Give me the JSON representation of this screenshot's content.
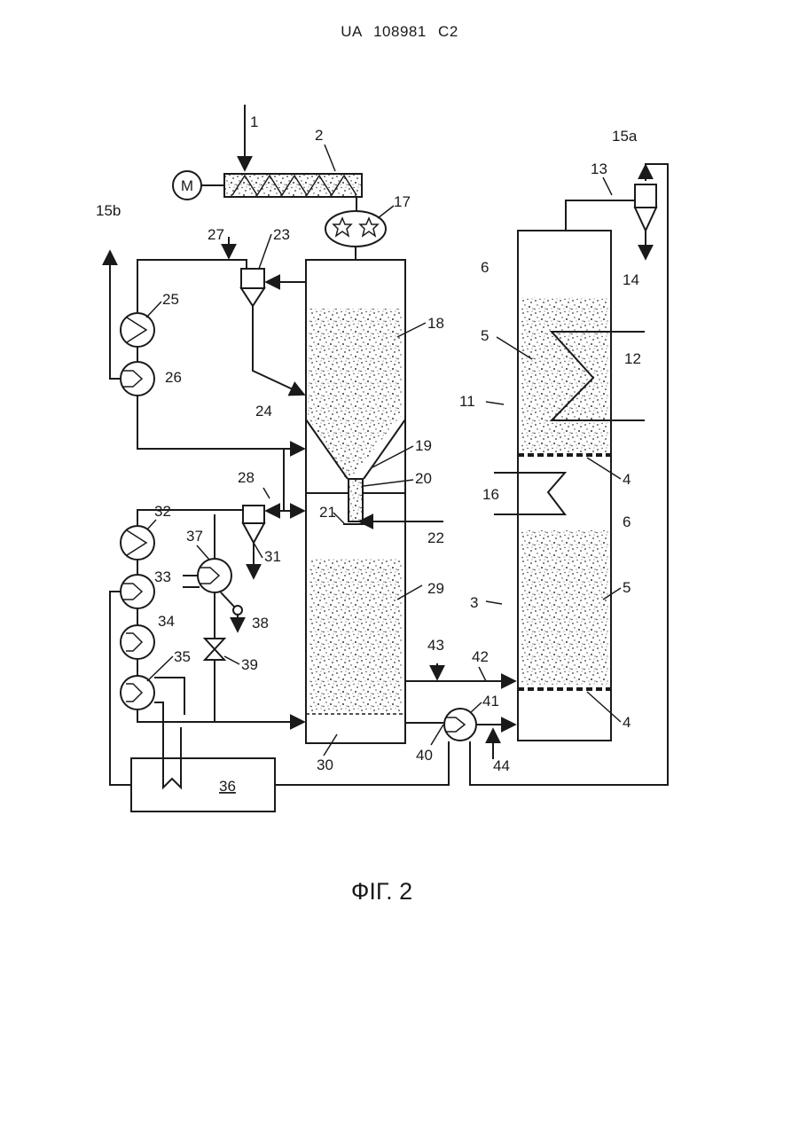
{
  "header": "UA 108981 C2",
  "caption": "ФІГ. 2",
  "motor_label": "M",
  "labels": {
    "l1": "1",
    "l2": "2",
    "l3": "3",
    "l4a": "4",
    "l4b": "4",
    "l5a": "5",
    "l5b": "5",
    "l6a": "6",
    "l6b": "6",
    "l11": "11",
    "l12": "12",
    "l13": "13",
    "l14": "14",
    "l15a": "15a",
    "l15b": "15b",
    "l16": "16",
    "l17": "17",
    "l18": "18",
    "l19": "19",
    "l20": "20",
    "l21": "21",
    "l22": "22",
    "l23": "23",
    "l24": "24",
    "l25": "25",
    "l26": "26",
    "l27": "27",
    "l28": "28",
    "l29": "29",
    "l30": "30",
    "l31": "31",
    "l32": "32",
    "l33": "33",
    "l34": "34",
    "l35": "35",
    "l36": "36",
    "l37": "37",
    "l38": "38",
    "l39": "39",
    "l40": "40",
    "l41": "41",
    "l42": "42",
    "l43": "43",
    "l44": "44"
  }
}
